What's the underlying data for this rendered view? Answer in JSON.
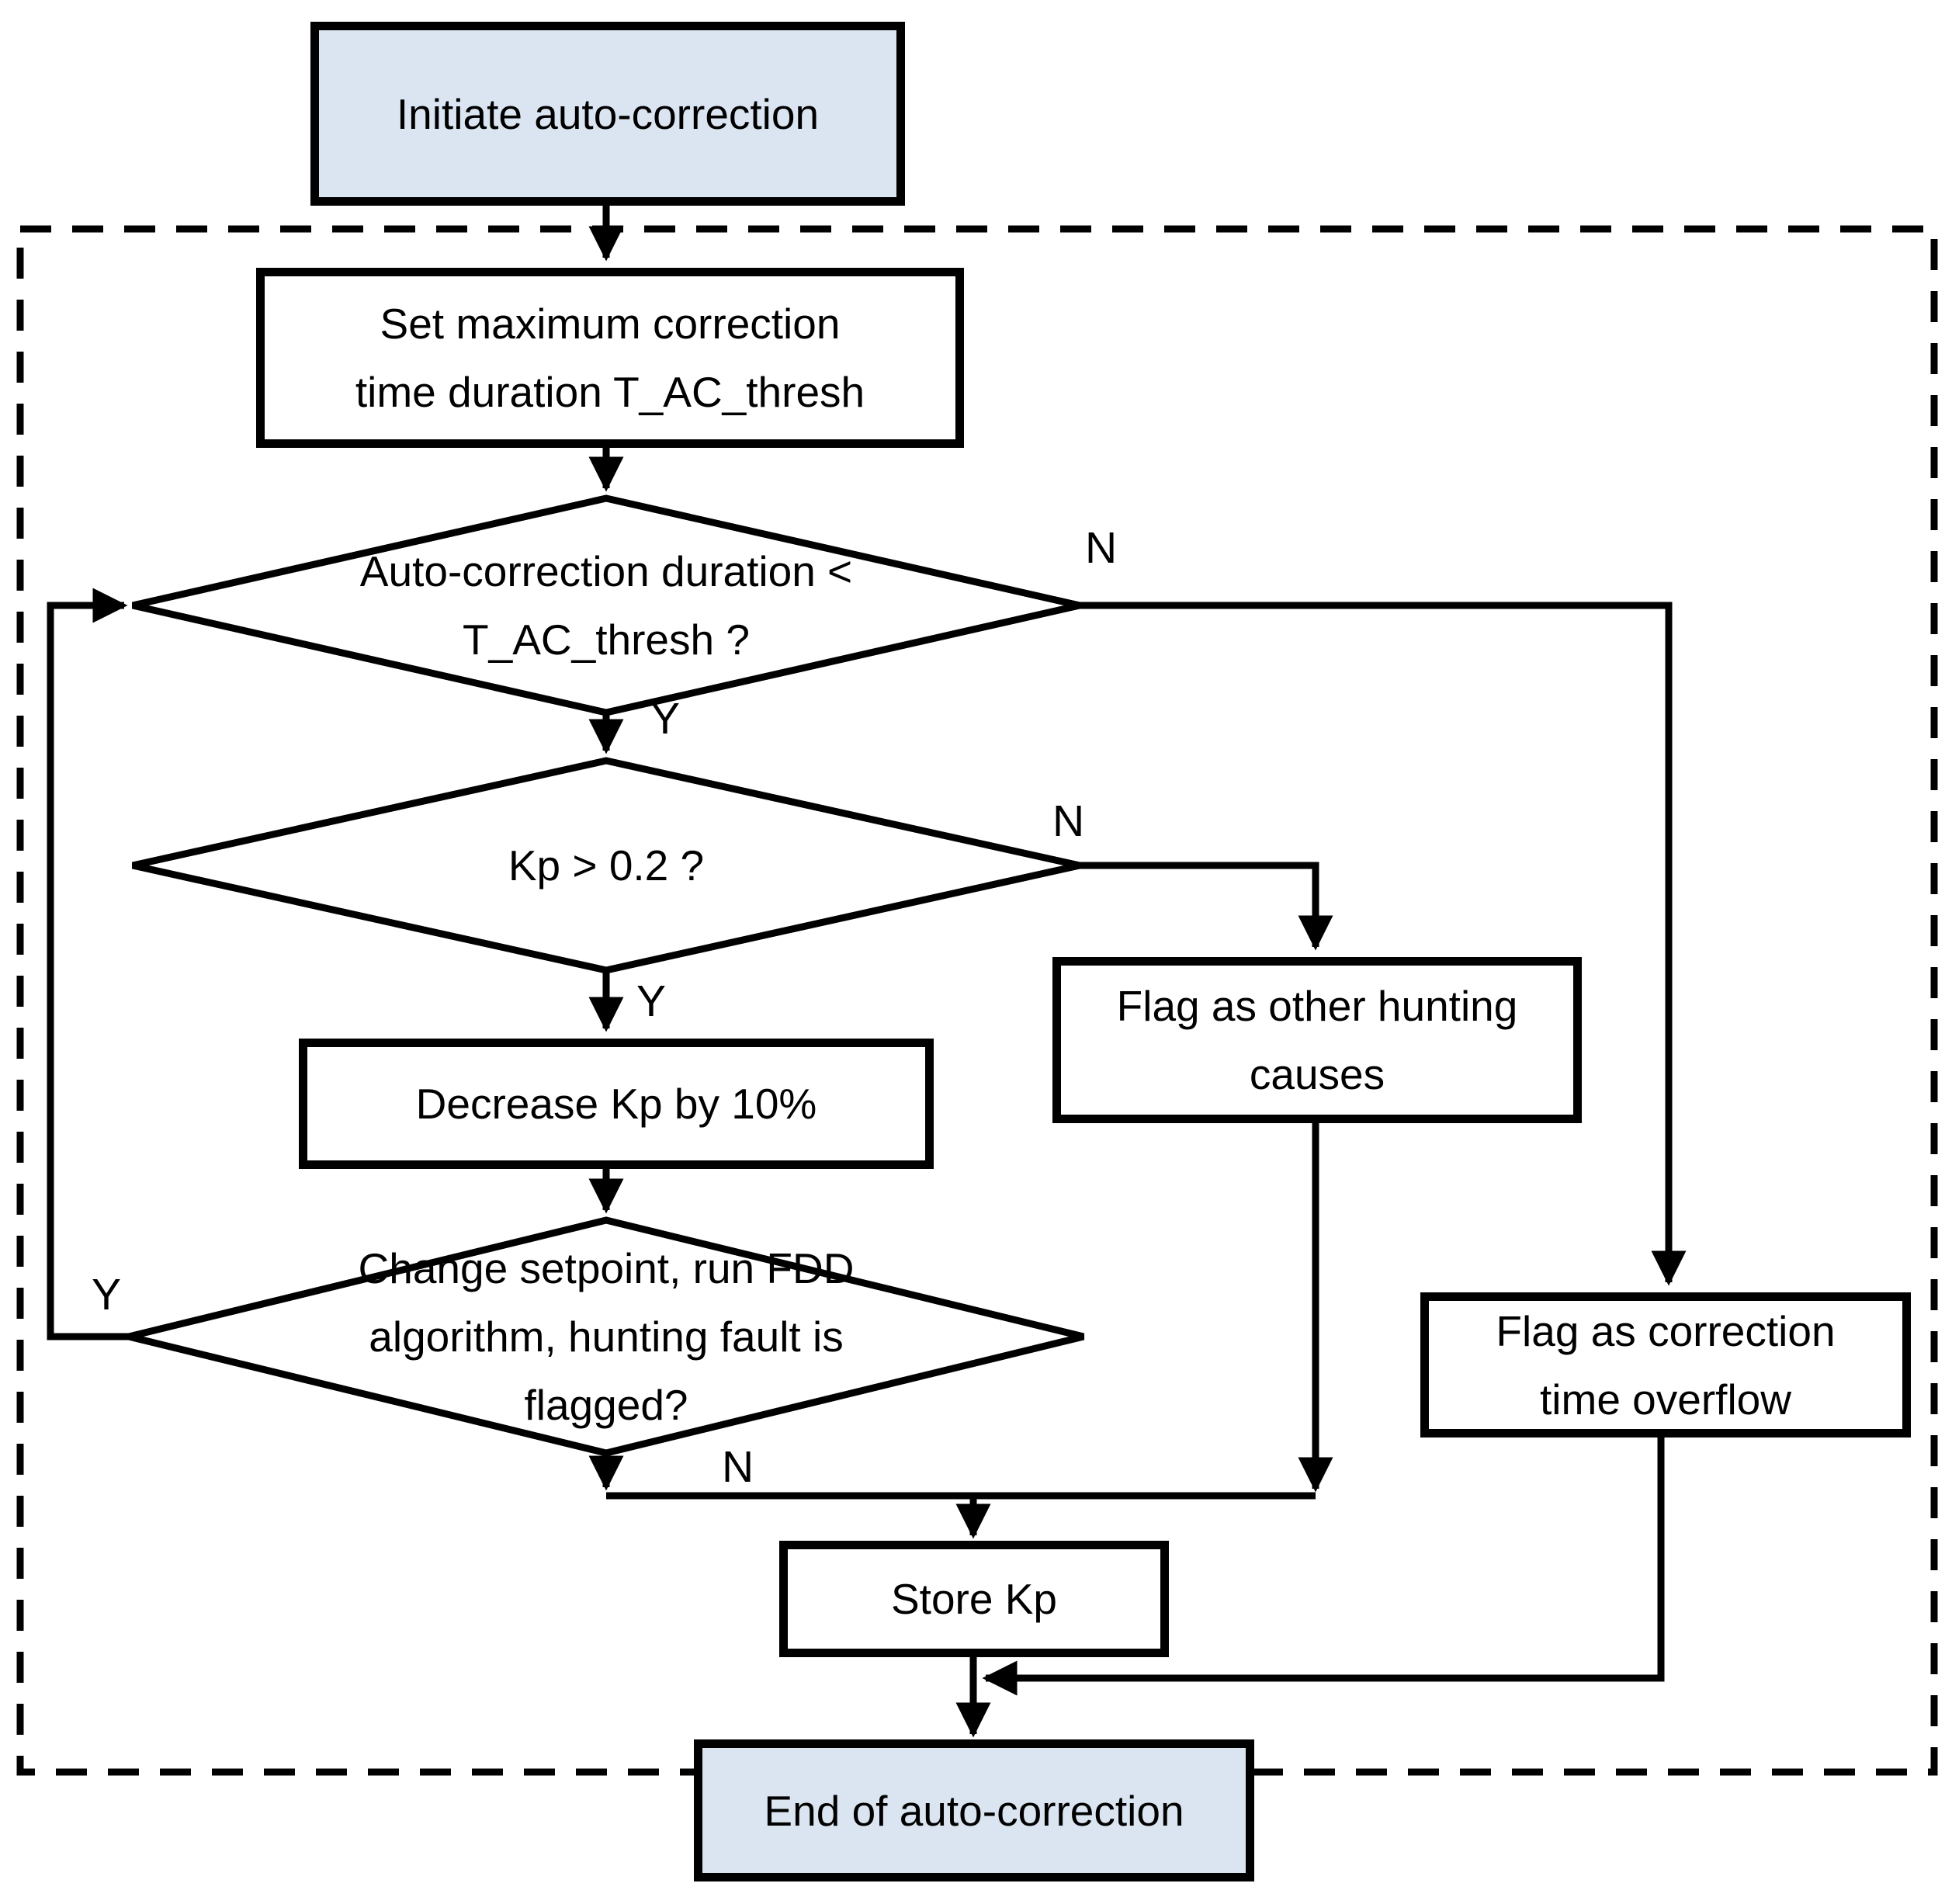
{
  "nodes": {
    "initiate": {
      "label": "Initiate auto-correction"
    },
    "set_max": {
      "label": "Set maximum correction\ntime duration T_AC_thresh"
    },
    "duration_check": {
      "label": "Auto-correction duration <\nT_AC_thresh ?"
    },
    "kp_check": {
      "label": "Kp > 0.2 ?"
    },
    "decrease_kp": {
      "label": "Decrease Kp by 10%"
    },
    "fdd_check": {
      "label": "Change setpoint, run FDD\nalgorithm, hunting fault is\nflagged?"
    },
    "flag_other_causes": {
      "label": "Flag as other hunting\ncauses"
    },
    "flag_time_overflow": {
      "label": "Flag as correction\ntime overflow"
    },
    "store_kp": {
      "label": "Store Kp"
    },
    "end": {
      "label": "End of auto-correction"
    }
  },
  "edge_labels": {
    "duration_check_no": "N",
    "duration_check_yes": "Y",
    "kp_check_no": "N",
    "kp_check_yes": "Y",
    "fdd_check_yes": "Y",
    "fdd_check_no": "N"
  },
  "colors": {
    "terminal_fill": "#dbe5f1",
    "process_fill": "#ffffff",
    "line": "#000000",
    "background": "#ffffff"
  }
}
